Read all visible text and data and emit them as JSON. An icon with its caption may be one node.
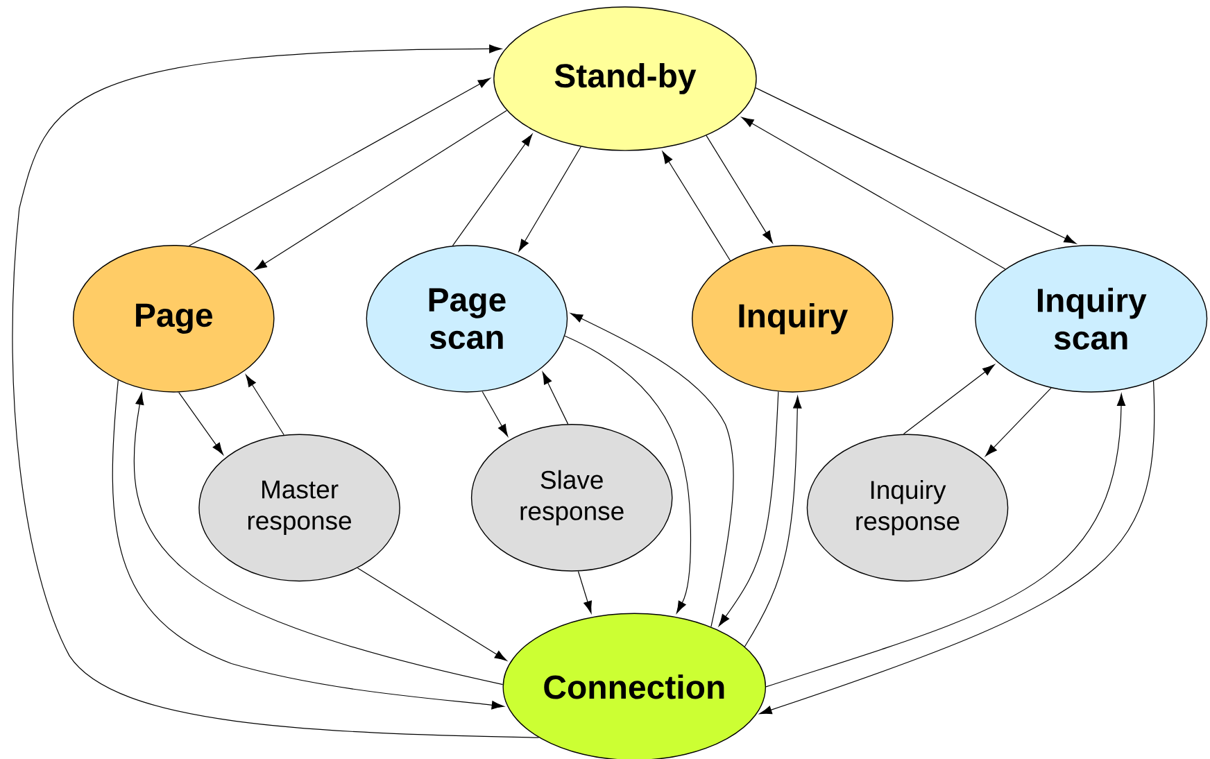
{
  "diagram": {
    "nodes": [
      {
        "text": [
          "Stand-by"
        ]
      },
      {
        "text": [
          "Page"
        ]
      },
      {
        "text": [
          "Page scan"
        ]
      },
      {
        "text": [
          "Inquiry"
        ]
      },
      {
        "text": [
          "Inquiry scan"
        ]
      },
      {
        "text": [
          "Master response"
        ]
      },
      {
        "text": [
          "Slave response"
        ]
      },
      {
        "text": [
          "Inquiry response"
        ]
      },
      {
        "text": [
          "Connection"
        ]
      }
    ],
    "edges": [
      {
        "from": 1,
        "to": 0,
        "arrow": "to"
      },
      {
        "from": 0,
        "to": 1,
        "arrow": "to"
      },
      {
        "from": 2,
        "to": 0,
        "arrow": "to"
      },
      {
        "from": 0,
        "to": 2,
        "arrow": "to"
      },
      {
        "from": 3,
        "to": 0,
        "arrow": "to"
      },
      {
        "from": 0,
        "to": 3,
        "arrow": "to"
      },
      {
        "from": 4,
        "to": 0,
        "arrow": "to"
      },
      {
        "from": 0,
        "to": 4,
        "arrow": "to"
      },
      {
        "from": 8,
        "to": 0,
        "arrow": "to"
      },
      {
        "from": 1,
        "to": 5,
        "arrow": "to"
      },
      {
        "from": 5,
        "to": 1,
        "arrow": "to"
      },
      {
        "from": 5,
        "to": 8,
        "arrow": "to"
      },
      {
        "from": 1,
        "to": 8,
        "arrow": "to"
      },
      {
        "from": 8,
        "to": 1,
        "arrow": "to"
      },
      {
        "from": 2,
        "to": 6,
        "arrow": "to"
      },
      {
        "from": 6,
        "to": 2,
        "arrow": "to"
      },
      {
        "from": 6,
        "to": 8,
        "arrow": "to"
      },
      {
        "from": 2,
        "to": 8,
        "arrow": "to"
      },
      {
        "from": 8,
        "to": 2,
        "arrow": "to"
      },
      {
        "from": 3,
        "to": 8,
        "arrow": "to"
      },
      {
        "from": 8,
        "to": 3,
        "arrow": "to"
      },
      {
        "from": 7,
        "to": 4,
        "arrow": "to"
      },
      {
        "from": 4,
        "to": 7,
        "arrow": "to"
      },
      {
        "from": 8,
        "to": 4,
        "arrow": "to"
      },
      {
        "from": 4,
        "to": 8,
        "arrow": "to"
      }
    ]
  }
}
